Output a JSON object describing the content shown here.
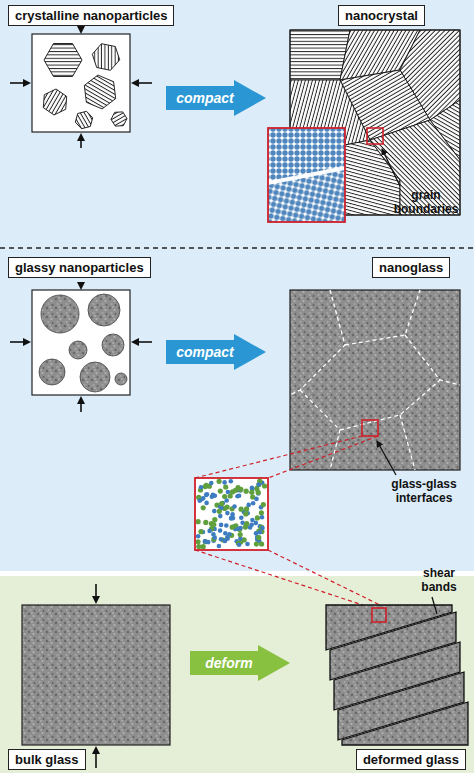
{
  "diagram": {
    "nodes": [
      {
        "text": [
          "crystalline nanoparticles"
        ]
      },
      {
        "text": [
          "nanocrystal"
        ]
      },
      {
        "text": [
          "compact"
        ]
      },
      {
        "text": [
          "glassy nanoparticles"
        ]
      },
      {
        "text": [
          "nanoglass"
        ]
      },
      {
        "text": [
          "compact"
        ]
      },
      {
        "text": [
          "bulk glass"
        ]
      },
      {
        "text": [
          "deform"
        ]
      },
      {
        "text": [
          "deformed glass"
        ]
      }
    ],
    "labels": [
      "grain boundaries",
      "glass-glass interfaces",
      "shear bands"
    ]
  }
}
